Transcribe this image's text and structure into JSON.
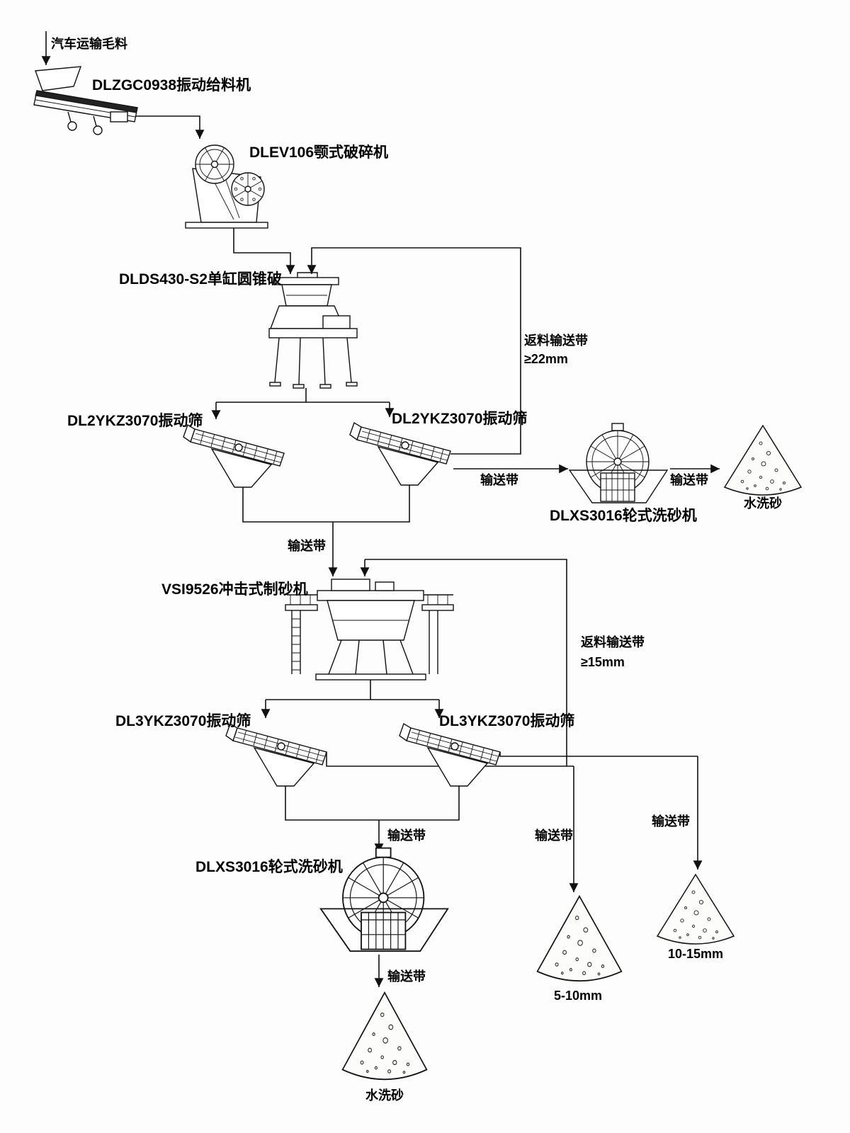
{
  "diagram": {
    "source_note": "汽车运输毛料",
    "machines": {
      "feeder": "DLZGC0938振动给料机",
      "jaw_crusher": "DLEV106颚式破碎机",
      "cone_crusher": "DLDS430-S2单缸圆锥破",
      "screen_2ykz_left": "DL2YKZ3070振动筛",
      "screen_2ykz_right": "DL2YKZ3070振动筛",
      "sand_washer_top": "DLXS3016轮式洗砂机",
      "vsi": "VSI9526冲击式制砂机",
      "screen_3ykz_left": "DL3YKZ3070振动筛",
      "screen_3ykz_right": "DL3YKZ3070振动筛",
      "sand_washer_bottom": "DLXS3016轮式洗砂机"
    },
    "flows": {
      "conveyor": "输送带",
      "return_top_line1": "返料输送带",
      "return_top_line2": "≥22mm",
      "return_bottom_line1": "返料输送带",
      "return_bottom_line2": "≥15mm"
    },
    "products": {
      "washed_sand_top": "水洗砂",
      "washed_sand_bottom": "水洗砂",
      "size_5_10": "5-10mm",
      "size_10_15": "10-15mm"
    }
  }
}
